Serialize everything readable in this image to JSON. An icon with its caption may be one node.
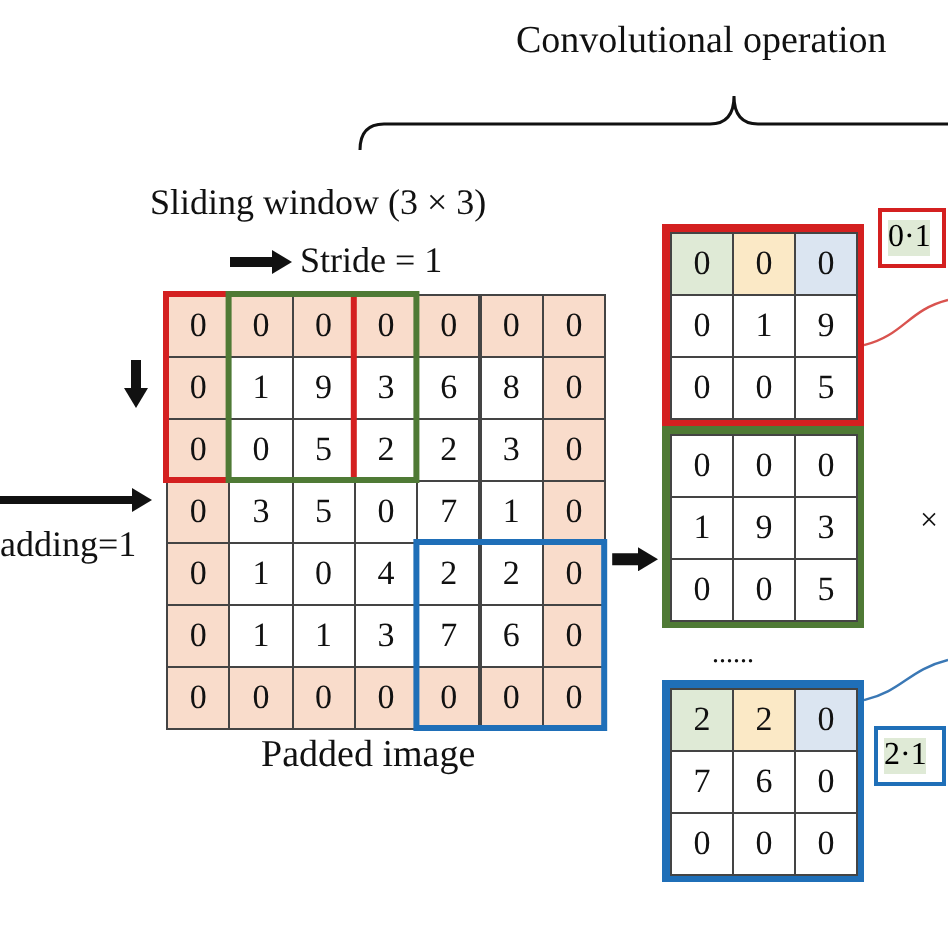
{
  "diagram": {
    "title": "Convolutional operation",
    "nodes": [
      {
        "text": [
          "0",
          "0",
          "0",
          "0",
          "0",
          "0",
          "0",
          "0",
          "1",
          "9",
          "3",
          "6",
          "8",
          "0",
          "0",
          "0",
          "5",
          "2",
          "2",
          "3",
          "0",
          "0",
          "3",
          "5",
          "0",
          "7",
          "1",
          "0",
          "0",
          "1",
          "0",
          "4",
          "2",
          "2",
          "0",
          "0",
          "1",
          "1",
          "3",
          "7",
          "6",
          "0",
          "0",
          "0",
          "0",
          "0",
          "0",
          "0",
          "0"
        ],
        "beside": [
          "Padded image"
        ]
      },
      {
        "text": [
          "0",
          "0",
          "0",
          "0",
          "1",
          "9",
          "0",
          "0",
          "5"
        ]
      },
      {
        "text": [
          "0",
          "0",
          "0",
          "1",
          "9",
          "3",
          "0",
          "0",
          "5"
        ]
      },
      {
        "text": [
          "2",
          "2",
          "0",
          "7",
          "6",
          "0",
          "0",
          "0",
          "0"
        ]
      },
      {
        "text": [
          "0·1"
        ]
      },
      {
        "text": [
          "2·1"
        ]
      }
    ],
    "edges": [
      {
        "from": 0,
        "to": 2,
        "arrow": "to",
        "style": "thick"
      },
      {
        "from": 1,
        "to": null,
        "arrow": "none",
        "color": "#d9534f"
      },
      {
        "from": 3,
        "to": null,
        "arrow": "none",
        "color": "#3a78b5"
      }
    ],
    "labels": [
      "Sliding window (3 × 3)",
      "Stride = 1",
      "adding=1",
      "......",
      "×"
    ]
  }
}
